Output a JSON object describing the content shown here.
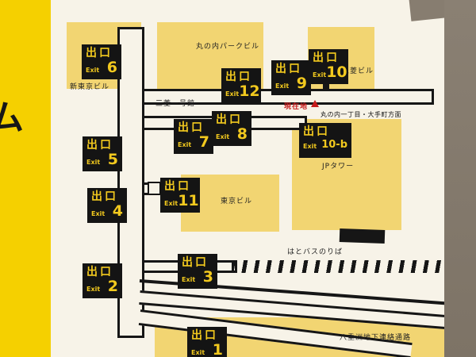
{
  "sign": {
    "side_text": "ム",
    "exit_word_jp": "出口",
    "exit_word_en": "Exit",
    "current_location": "現在地",
    "direction": "丸の内一丁目・大手町方面"
  },
  "buildings": {
    "marunouchi_park": "丸の内パークビル",
    "mitsubishi": "三菱ビル",
    "shin_tokyo": "新東京ビル",
    "mitsubishi_ichigokan": "三菱一号館",
    "jp_tower": "JPタワー",
    "tokyo_building": "東京ビル",
    "hato_bus_stop": "はとバスのりば",
    "yaesu_passage": "八重洲地下連絡通路"
  },
  "exits": {
    "e1": {
      "number": "1"
    },
    "e2": {
      "number": "2"
    },
    "e3": {
      "number": "3"
    },
    "e4": {
      "number": "4"
    },
    "e5": {
      "number": "5"
    },
    "e6": {
      "number": "6"
    },
    "e7": {
      "number": "7"
    },
    "e8": {
      "number": "8"
    },
    "e9": {
      "number": "9"
    },
    "e10": {
      "number": "10"
    },
    "e10b": {
      "number": "10-b"
    },
    "e11": {
      "number": "11"
    },
    "e12": {
      "number": "12"
    }
  },
  "colors": {
    "frame_yellow": "#f5d000",
    "building_yellow": "#f2d572",
    "map_background": "#f7f3e8",
    "line_black": "#161616",
    "exit_text_yellow": "#f2c91e",
    "marker_red": "#c61b1b",
    "wall_brown": "#877d70"
  }
}
